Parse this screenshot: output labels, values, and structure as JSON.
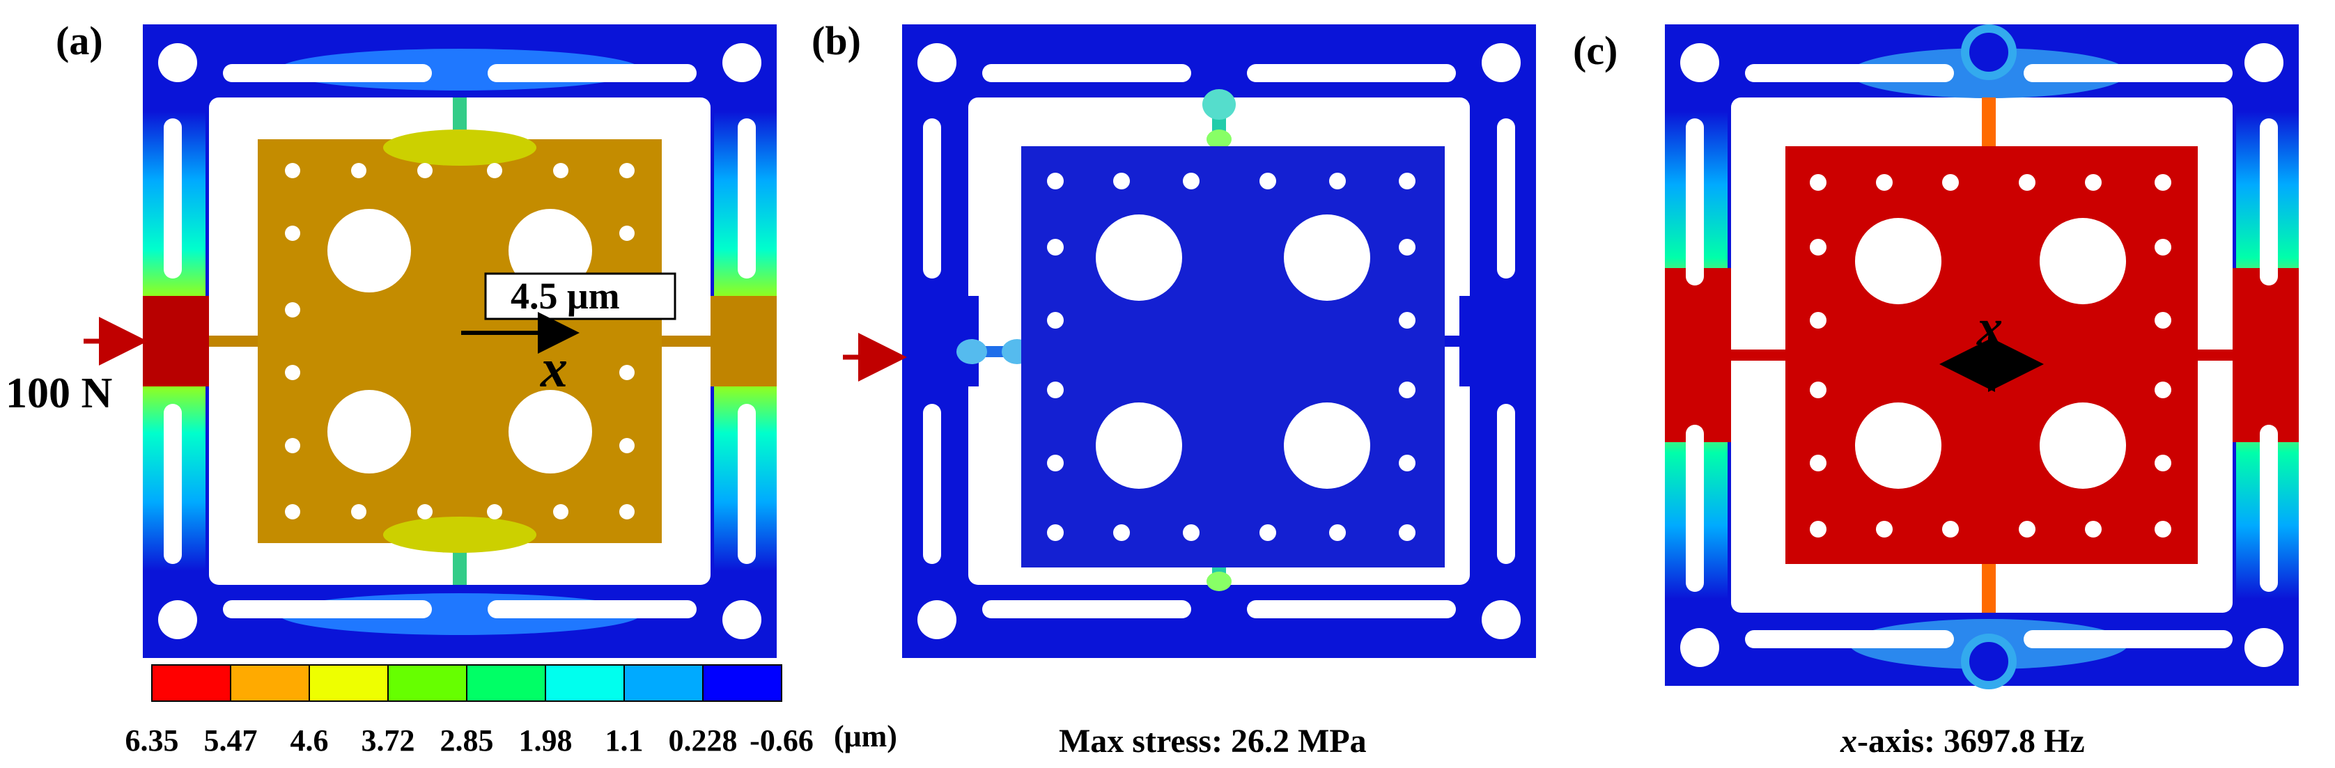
{
  "panels": [
    {
      "id": "a",
      "label": "(a)",
      "force_label": "100 N",
      "displacement_label": "4.5 μm",
      "axis_label": "x",
      "colorbar": {
        "values": [
          "6.35",
          "5.47",
          "4.6",
          "3.72",
          "2.85",
          "1.98",
          "1.1",
          "0.228",
          "-0.66"
        ],
        "unit": "(μm)",
        "colors": [
          "#ff0000",
          "#ffaa00",
          "#eeff00",
          "#66ff00",
          "#00ff66",
          "#00ffee",
          "#00aaff",
          "#0000ff"
        ]
      }
    },
    {
      "id": "b",
      "label": "(b)",
      "caption": "Max stress: 26.2 MPa"
    },
    {
      "id": "c",
      "label": "(c)",
      "axis_label": "x",
      "caption_axis": "x",
      "caption_rest": "-axis: 3697.8 Hz"
    }
  ],
  "colors": {
    "frame_blue": "#0a14d8",
    "center_gold": "#c48c00",
    "center_blue": "#1420d2",
    "center_red": "#cc0000",
    "arrow_red": "#c00000"
  }
}
